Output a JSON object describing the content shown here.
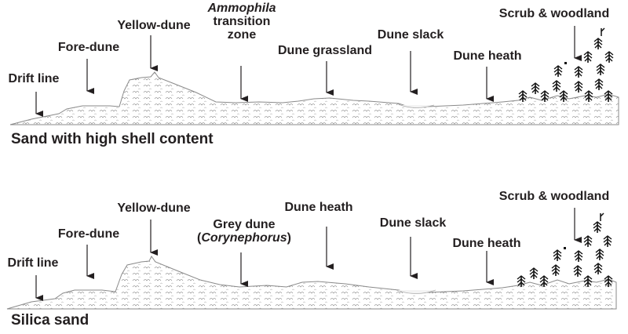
{
  "title": "Dune succession profiles",
  "colors": {
    "ink": "#231f20",
    "sand_outline": "#8a8a8a",
    "background": "#ffffff"
  },
  "panels": [
    {
      "caption": "Sand with high shell content",
      "zones": [
        {
          "label": "Drift line"
        },
        {
          "label": "Fore-dune"
        },
        {
          "label": "Yellow-dune"
        },
        {
          "label_italic": "Ammophila",
          "label": "transition",
          "label2": "zone"
        },
        {
          "label": "Dune grassland"
        },
        {
          "label": "Dune slack"
        },
        {
          "label": "Dune heath"
        },
        {
          "label": "Scrub & woodland"
        }
      ]
    },
    {
      "caption": "Silica sand",
      "zones": [
        {
          "label": "Drift line"
        },
        {
          "label": "Fore-dune"
        },
        {
          "label": "Yellow-dune"
        },
        {
          "label": "Grey dune",
          "label_italic": "Corynephorus"
        },
        {
          "label": "Dune heath"
        },
        {
          "label": "Dune slack"
        },
        {
          "label": "Dune heath"
        },
        {
          "label": "Scrub & woodland"
        }
      ]
    }
  ]
}
